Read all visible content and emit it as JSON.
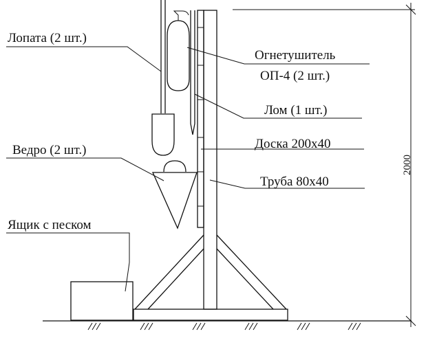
{
  "labels": {
    "shovel": "Лопата (2 шт.)",
    "extinguisher_line1": "Огнетушитель",
    "extinguisher_line2": "ОП-4 (2 шт.)",
    "crowbar": "Лом (1 шт.)",
    "board": "Доска 200x40",
    "bucket": "Ведро (2 шт.)",
    "pipe": "Труба 80x40",
    "sandbox": "Ящик с песком"
  },
  "dimension": {
    "height": "2000"
  }
}
